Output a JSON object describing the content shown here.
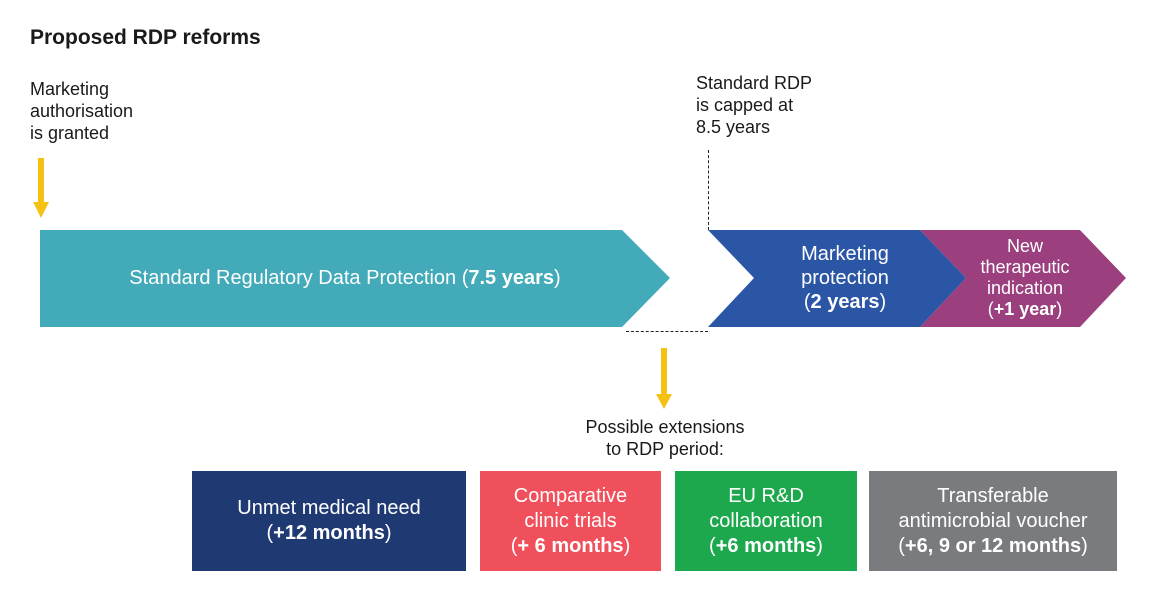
{
  "title": "Proposed RDP reforms",
  "colors": {
    "teal": "#42aab8",
    "blue": "#2b56a6",
    "purple": "#9b3f7e",
    "navy": "#1f3a73",
    "coral": "#f0505b",
    "green": "#1ea84d",
    "gray": "#7a7b7e",
    "yellow": "#f5c214"
  },
  "start_note": {
    "lines": [
      "Marketing",
      "authorisation",
      "is granted"
    ]
  },
  "cap_note": {
    "lines": [
      "Standard RDP",
      "is capped at",
      "8.5 years"
    ]
  },
  "timeline": {
    "standard": {
      "text": "Standard Regulatory Data Protection (",
      "bold": "7.5 years",
      "close": ")"
    },
    "marketing": {
      "line1": "Marketing",
      "line2": "protection",
      "open": "(",
      "bold": "2 years",
      "close": ")"
    },
    "indication": {
      "line1": "New",
      "line2": "therapeutic",
      "line3": "indication",
      "open": "(",
      "bold": "+1 year",
      "close": ")"
    }
  },
  "extensions_note": {
    "lines": [
      "Possible extensions",
      "to RDP period:"
    ]
  },
  "extensions": [
    {
      "line1": "Unmet medical need",
      "line2": "",
      "open": "(",
      "bold": "+12 months",
      "close": ")"
    },
    {
      "line1": "Comparative",
      "line2": "clinic trials",
      "open": "(",
      "bold": "+ 6 months",
      "close": ")"
    },
    {
      "line1": "EU R&D",
      "line2": "collaboration",
      "open": "(",
      "bold": "+6 months",
      "close": ")"
    },
    {
      "line1": "Transferable",
      "line2": "antimicrobial voucher",
      "open": "(",
      "bold": "+6, 9 or 12 months",
      "close": ")"
    }
  ]
}
